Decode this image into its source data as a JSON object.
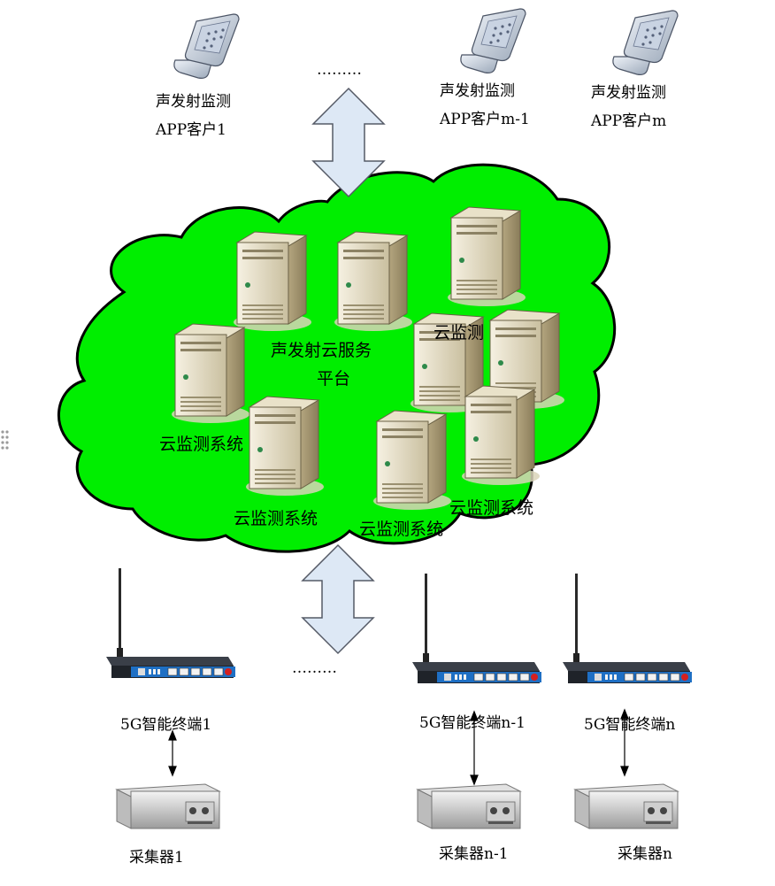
{
  "clients": [
    {
      "line1": "声发射监测",
      "line2": "APP客户1"
    },
    {
      "line1": "声发射监测",
      "line2": "APP客户m-1"
    },
    {
      "line1": "声发射监测",
      "line2": "APP客户m"
    }
  ],
  "ellipsis": "………",
  "cloud": {
    "platform_line1": "声发射云服务",
    "platform_line2": "平台",
    "monitor_labels": [
      "云监测",
      "云监测系统",
      "云监测系统",
      "云监测系统",
      "云监测系统"
    ]
  },
  "terminals": [
    "5G智能终端1",
    "5G智能终端n-1",
    "5G智能终端n"
  ],
  "collectors": [
    "采集器1",
    "采集器n-1",
    "采集器n"
  ],
  "colors": {
    "cloud_fill": "#00ee00",
    "arrow_fill": "#dde8f5",
    "arrow_stroke": "#555a66"
  }
}
